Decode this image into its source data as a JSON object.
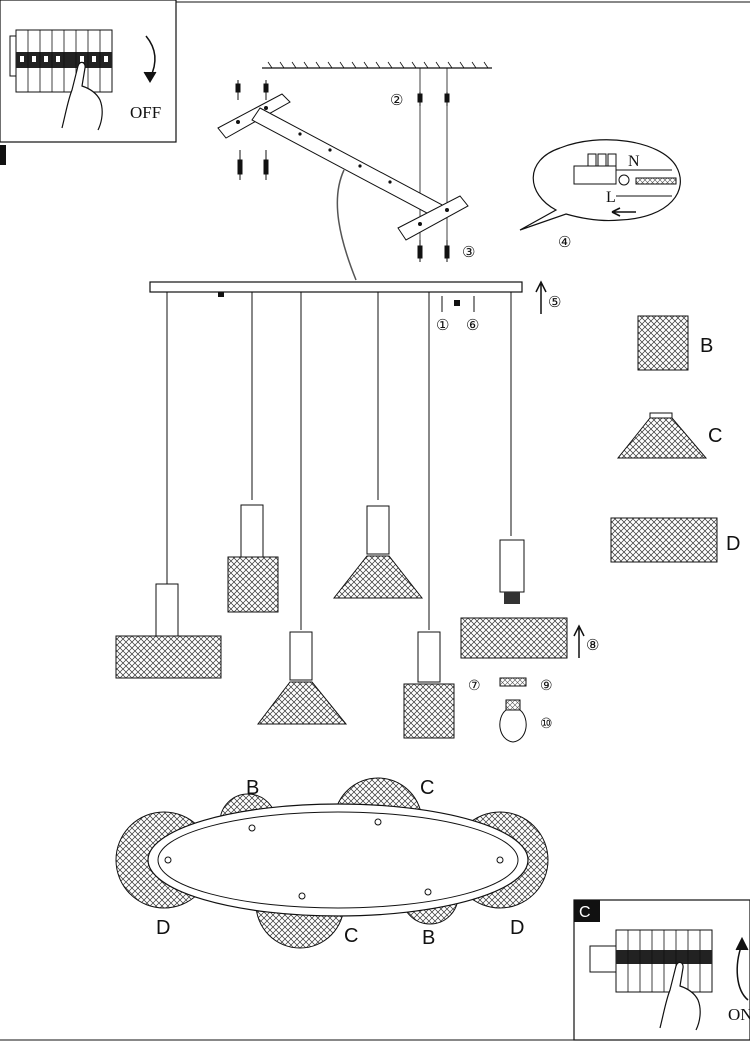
{
  "switch_off": {
    "text": "OFF"
  },
  "switch_on": {
    "text": "ON",
    "panel_letter": "C"
  },
  "callouts": {
    "n1": "①",
    "n2": "②",
    "n3": "③",
    "n4": "④",
    "n5": "⑤",
    "n6": "⑥",
    "n7": "⑦",
    "n8": "⑧",
    "n9": "⑨",
    "n10": "⑩"
  },
  "wiring": {
    "neutral": "N",
    "live": "L"
  },
  "shades": {
    "b": "B",
    "c": "C",
    "d": "D"
  },
  "bottom_labels": {
    "b_left": "B",
    "c_right": "C",
    "d_left": "D",
    "c_bottom": "C",
    "b_bottom": "B",
    "d_right": "D"
  },
  "colors": {
    "line": "#111111",
    "mesh": "#444444"
  }
}
